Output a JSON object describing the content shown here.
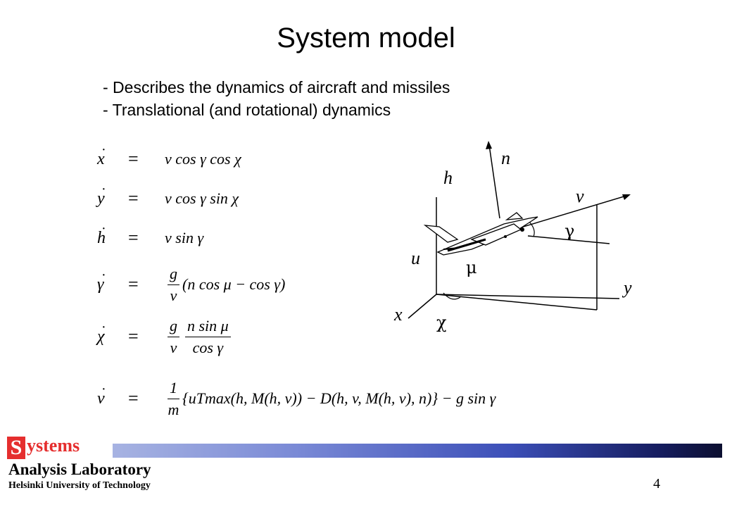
{
  "slide": {
    "title": "System model",
    "bullets": [
      "- Describes the dynamics of aircraft and missiles",
      "- Translational (and rotational) dynamics"
    ],
    "page_number": "4"
  },
  "equations": [
    {
      "lhs": "x",
      "rhs": "v cos γ cos χ"
    },
    {
      "lhs": "y",
      "rhs": "v cos γ sin χ"
    },
    {
      "lhs": "h",
      "rhs": "v sin γ"
    },
    {
      "lhs": "γ",
      "frac_num": "g",
      "frac_den": "v",
      "rhs": "(n cos μ − cos γ)"
    },
    {
      "lhs": "χ",
      "frac_num": "g",
      "frac_den": "v",
      "frac2_num": "n sin μ",
      "frac2_den": "cos γ"
    },
    {
      "lhs": "v",
      "frac_num": "1",
      "frac_den": "m",
      "rhs": "{uTmax(h, M(h, v)) − D(h, v, M(h, v), n)} − g sin γ"
    }
  ],
  "diagram": {
    "labels": {
      "n": "n",
      "h": "h",
      "v": "v",
      "gamma": "γ",
      "u": "u",
      "mu": "μ",
      "y": "y",
      "x": "x",
      "chi": "χ"
    }
  },
  "footer": {
    "logo_initial": "S",
    "logo_rest": "ystems",
    "lab": "Analysis Laboratory",
    "university": "Helsinki University of Technology",
    "bar_color_start": "#a7b3e2",
    "bar_color_end": "#0c0f30",
    "logo_color": "#e52e2e"
  }
}
